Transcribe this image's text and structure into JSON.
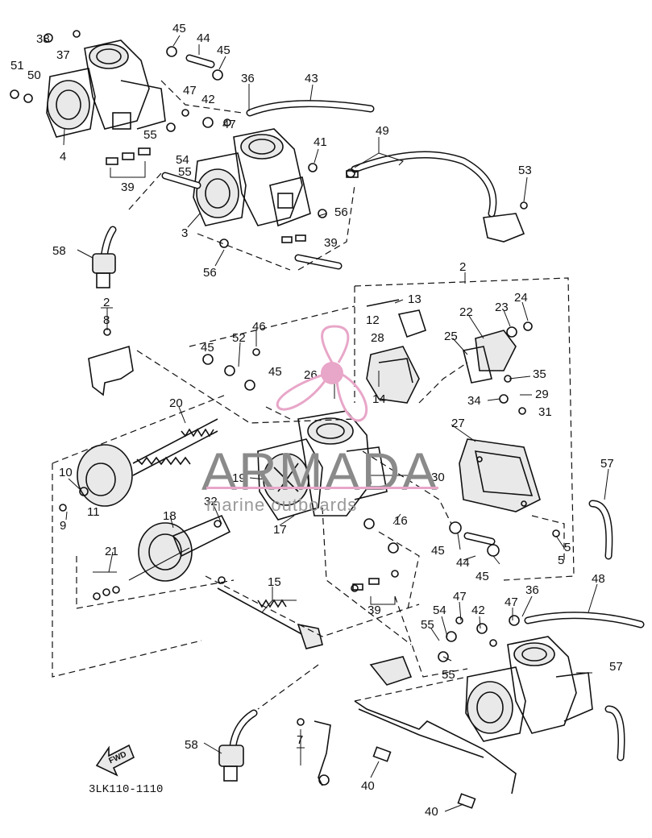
{
  "diagram": {
    "callouts": [
      "45",
      "44",
      "45",
      "38",
      "37",
      "36",
      "43",
      "51",
      "50",
      "47",
      "42",
      "47",
      "55",
      "41",
      "49",
      "4",
      "54",
      "55",
      "39",
      "53",
      "3",
      "56",
      "39",
      "58",
      "56",
      "2",
      "13",
      "12",
      "23",
      "24",
      "2",
      "8",
      "22",
      "28",
      "52",
      "46",
      "25",
      "45",
      "26",
      "33",
      "35",
      "14",
      "34",
      "29",
      "31",
      "20",
      "27",
      "19",
      "30",
      "57",
      "10",
      "11",
      "9",
      "32",
      "16",
      "17",
      "18",
      "45",
      "44",
      "45",
      "5",
      "21",
      "5",
      "36",
      "48",
      "15",
      "47",
      "42",
      "54",
      "47",
      "39",
      "55",
      "55",
      "57",
      "58",
      "7",
      "40",
      "40"
    ],
    "drawing_code": "3LK110-1110",
    "fwd_label": "FWD"
  },
  "watermark": {
    "brand": "ARMADA",
    "tagline": "marine outboards",
    "pink": "#e8a6c8",
    "gray": "#8a8a8a"
  }
}
